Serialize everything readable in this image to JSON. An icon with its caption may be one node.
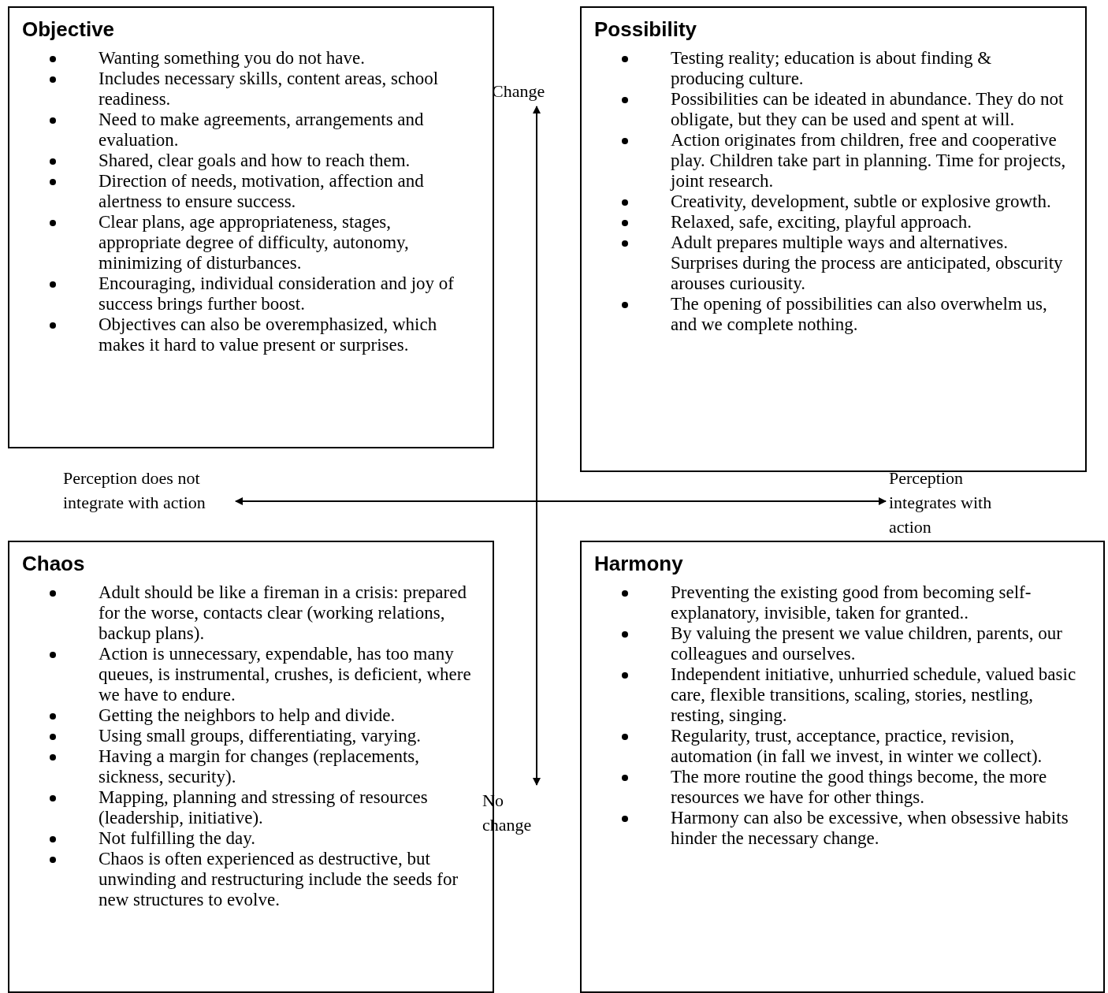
{
  "diagram": {
    "nodes": [
      {
        "text": [
          "Objective",
          "Wanting something you do not have.",
          "Includes necessary skills, content areas, school readiness.",
          "Need to make agreements, arrangements and evaluation.",
          "Shared, clear goals and how to reach them.",
          "Direction of needs, motivation, affection and alertness to ensure success.",
          "Clear plans, age appropriateness, stages, appropriate degree of difficulty, autonomy, minimizing of disturbances.",
          "Encouraging, individual consideration and joy of success brings further boost.",
          "Objectives can also be overemphasized, which makes it hard to value present or surprises."
        ]
      },
      {
        "text": [
          "Possibility",
          "Testing reality; education is about finding & producing culture.",
          "Possibilities can be ideated in abundance. They do not obligate, but they can be used and spent at will.",
          "Action originates from children, free and cooperative play. Children take part in planning. Time for projects, joint research.",
          "Creativity, development, subtle or explosive growth.",
          "Relaxed, safe, exciting, playful approach.",
          "Adult prepares multiple ways and alternatives. Surprises during the process are anticipated, obscurity arouses curiousity.",
          "The opening of possibilities can also overwhelm us, and we complete nothing."
        ]
      },
      {
        "text": [
          "Chaos",
          "Adult should be like a fireman in a crisis: prepared for the worse, contacts clear (working relations, backup plans).",
          "Action is unnecessary, expendable, has too many queues, is instrumental, crushes, is deficient, where we have to endure.",
          "Getting the neighbors to help and divide.",
          "Using small groups, differentiating, varying.",
          "Having a margin for changes (replacements, sickness, security).",
          "Mapping, planning and stressing of resources (leadership, initiative).",
          "Not fulfilling the day.",
          "Chaos is often experienced as destructive, but unwinding and restructuring  include the seeds for new structures to evolve."
        ]
      },
      {
        "text": [
          "Harmony",
          "Preventing the existing good from becoming self-explanatory, invisible, taken for granted..",
          "By valuing the present we value children, parents, our colleagues and ourselves.",
          "Independent initiative, unhurried schedule, valued basic care, flexible transitions, scaling, stories, nestling, resting, singing.",
          "Regularity, trust, acceptance, practice, revision, automation (in fall we invest, in winter we collect).",
          "The more routine the good things become, the more resources we have for other things.",
          "Harmony can also be excessive, when obsessive habits hinder the necessary change."
        ]
      },
      {
        "text": [
          "Change"
        ]
      },
      {
        "text": [
          "No change"
        ]
      },
      {
        "text": [
          "Perception does not integrate with action"
        ]
      },
      {
        "text": [
          "Perception integrates with action"
        ]
      }
    ],
    "edges": [
      {
        "from": 4,
        "to": 5,
        "arrow": "both"
      },
      {
        "from": 6,
        "to": 7,
        "arrow": "both"
      }
    ]
  }
}
